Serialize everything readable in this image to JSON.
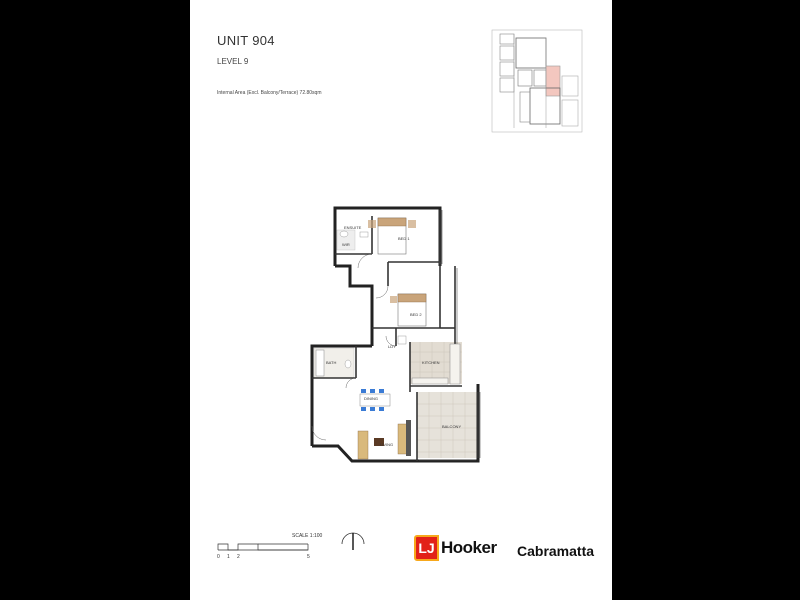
{
  "header": {
    "unit_title": "UNIT 904",
    "level": "LEVEL 9",
    "internal_area": "Internal Area (Excl. Balcony/Terrace) 72.80sqm"
  },
  "rooms": {
    "ensuite": "ENSUITE",
    "wir": "WIR",
    "bed1": "BED 1",
    "bed2": "BED 2",
    "bath": "BATH",
    "ldy": "LDY",
    "kitchen": "KITCHEN",
    "dining": "DINING",
    "living": "LIVING",
    "balcony": "BALCONY"
  },
  "scale": {
    "label": "SCALE 1:100",
    "ticks": [
      "0",
      "1",
      "2",
      "5"
    ]
  },
  "brand": {
    "lj": "LJ",
    "name": "Hooker",
    "office": "Cabramatta",
    "red": "#e22118",
    "yellow": "#f7a81b"
  }
}
